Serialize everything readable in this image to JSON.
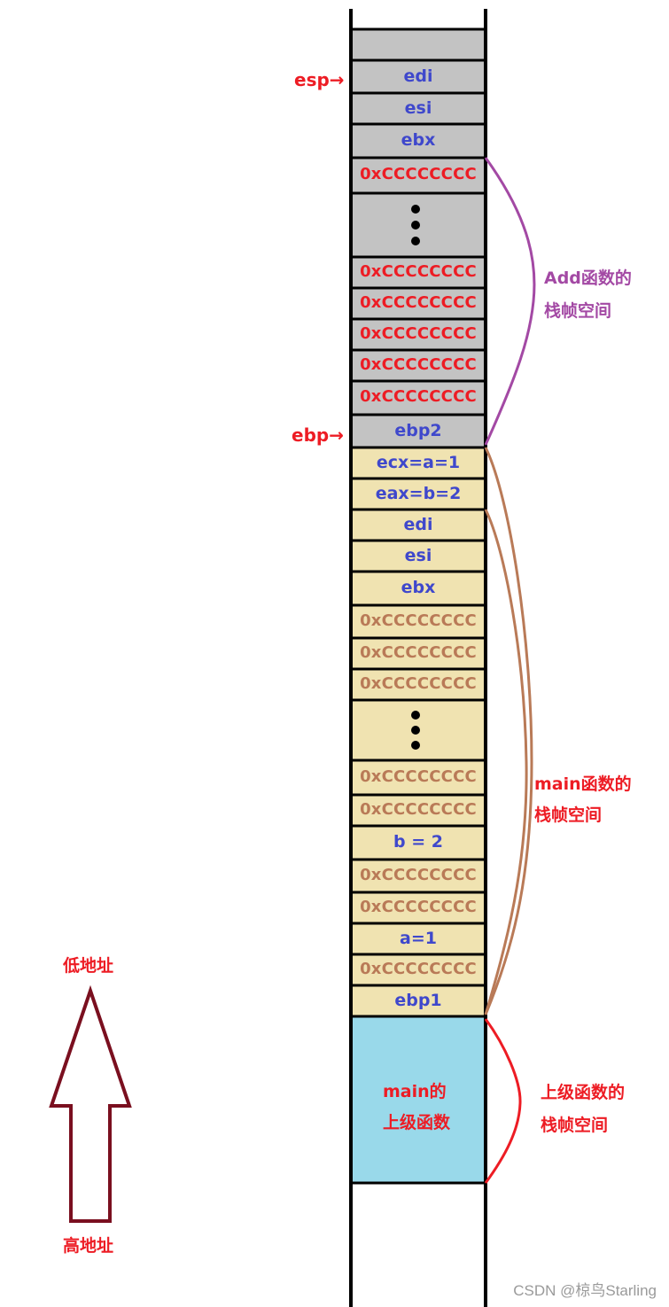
{
  "colors": {
    "gray_cell": "#c3c3c3",
    "tan_cell": "#f0e3b1",
    "blue_cell": "#99d9ea",
    "blue_text": "#3f48cc",
    "red_text": "#ed1c24",
    "brown_text": "#b97a57",
    "purple_brace": "#a349a4",
    "brown_brace": "#b97a57",
    "red_brace": "#ed1c24",
    "arrow": "#7a0f1f"
  },
  "pointers": {
    "esp": "esp→",
    "ebp": "ebp→"
  },
  "add_frame": {
    "cells": [
      {
        "text": "",
        "kind": "empty"
      },
      {
        "text": "edi",
        "kind": "reg"
      },
      {
        "text": "esi",
        "kind": "reg"
      },
      {
        "text": "ebx",
        "kind": "reg"
      },
      {
        "text": "0xCCCCCCCC",
        "kind": "addr"
      },
      {
        "text": "",
        "kind": "dots"
      },
      {
        "text": "0xCCCCCCCC",
        "kind": "addr"
      },
      {
        "text": "0xCCCCCCCC",
        "kind": "addr"
      },
      {
        "text": "0xCCCCCCCC",
        "kind": "addr"
      },
      {
        "text": "0xCCCCCCCC",
        "kind": "addr"
      },
      {
        "text": "0xCCCCCCCC",
        "kind": "addr"
      },
      {
        "text": "ebp2",
        "kind": "reg"
      }
    ],
    "label_line1": "Add函数的",
    "label_line2": "栈帧空间"
  },
  "main_frame": {
    "cells": [
      {
        "text": "ecx=a=1",
        "kind": "reg"
      },
      {
        "text": "eax=b=2",
        "kind": "reg"
      },
      {
        "text": "edi",
        "kind": "reg"
      },
      {
        "text": "esi",
        "kind": "reg"
      },
      {
        "text": "ebx",
        "kind": "reg"
      },
      {
        "text": "0xCCCCCCCC",
        "kind": "addr"
      },
      {
        "text": "0xCCCCCCCC",
        "kind": "addr"
      },
      {
        "text": "0xCCCCCCCC",
        "kind": "addr"
      },
      {
        "text": "",
        "kind": "dots"
      },
      {
        "text": "0xCCCCCCCC",
        "kind": "addr"
      },
      {
        "text": "0xCCCCCCCC",
        "kind": "addr"
      },
      {
        "text": "b = 2",
        "kind": "reg"
      },
      {
        "text": "0xCCCCCCCC",
        "kind": "addr"
      },
      {
        "text": "0xCCCCCCCC",
        "kind": "addr"
      },
      {
        "text": "a=1",
        "kind": "reg"
      },
      {
        "text": "0xCCCCCCCC",
        "kind": "addr"
      },
      {
        "text": "ebp1",
        "kind": "reg"
      }
    ],
    "label_line1": "main函数的",
    "label_line2": "栈帧空间"
  },
  "caller_frame": {
    "cell_line1": "main的",
    "cell_line2": "上级函数",
    "label_line1": "上级函数的",
    "label_line2": "栈帧空间"
  },
  "address_arrow": {
    "top_label": "低地址",
    "bottom_label": "高地址"
  },
  "watermark": "CSDN @椋鸟Starling"
}
